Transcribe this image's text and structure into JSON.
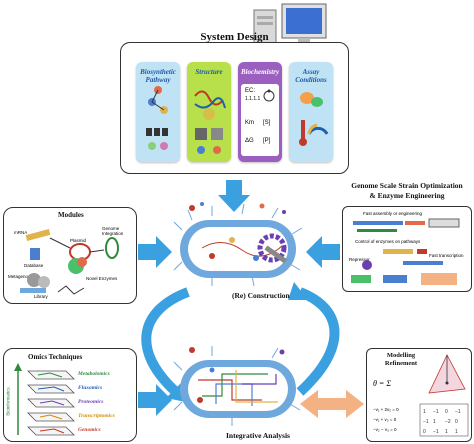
{
  "system_design": {
    "title": "System Design",
    "cards": [
      {
        "label": "Biosynthetic Pathway",
        "color": "#bfe3f4",
        "text_color": "#1e5aa8"
      },
      {
        "label": "Structure",
        "color": "#b7e04a",
        "text_color": "#1e5aa8"
      },
      {
        "label": "Biochemistry",
        "color": "#9b5fc0",
        "text_color": "#ffffff"
      },
      {
        "label": "Assay Conditions",
        "color": "#bfe3f4",
        "text_color": "#1e5aa8"
      }
    ],
    "biochem_ec": "EC:",
    "biochem_ec_num": "1.1.1.1",
    "biochem_km": "Km",
    "biochem_s": "[S]",
    "biochem_dg": "ΔG",
    "biochem_p": "[P]"
  },
  "modules": {
    "title": "Modules",
    "labels": {
      "mrna": "mRNA",
      "plasmid": "Plasmid",
      "genome_integration": "Genome Integration",
      "database": "Database",
      "metagenomics": "Metagenomics",
      "novel_enzymes": "Novel Enzymes",
      "library": "Library"
    }
  },
  "genome": {
    "title_line1": "Genome Scale Strain Optimization",
    "title_line2": "& Enzyme Engineering",
    "labels": {
      "fast_assembly": "Fast assembly or engineering",
      "control": "Control of enzymes on pathways",
      "repressor": "Repressor",
      "fast_transcription": "Fast transcription"
    }
  },
  "reconstruction": {
    "label": "(Re) Construction"
  },
  "omics": {
    "title": "Omics Techniques",
    "axis_label": "Bioinformatics",
    "items": [
      {
        "label": "Metabolomics",
        "color": "#2e8b3d"
      },
      {
        "label": "Fluxomics",
        "color": "#1f5fb0"
      },
      {
        "label": "Proteomics",
        "color": "#6a3fb0"
      },
      {
        "label": "Transcriptomics",
        "color": "#d18a00"
      },
      {
        "label": "Genomics",
        "color": "#c0392b"
      }
    ]
  },
  "integrative": {
    "label": "Integrative Analysis"
  },
  "modelling": {
    "title_line1": "Modelling",
    "title_line2": "Refinement",
    "formula": "θ = Σ",
    "matrix_rows": [
      "−v₁ + 2v₂ = 0",
      "−v₁ + v₃ = 0",
      "−v₂ − v₃ = 0"
    ]
  },
  "colors": {
    "arrow": "#3ba0e0",
    "cell": "#6fa8dc",
    "orange": "#f4b183"
  }
}
